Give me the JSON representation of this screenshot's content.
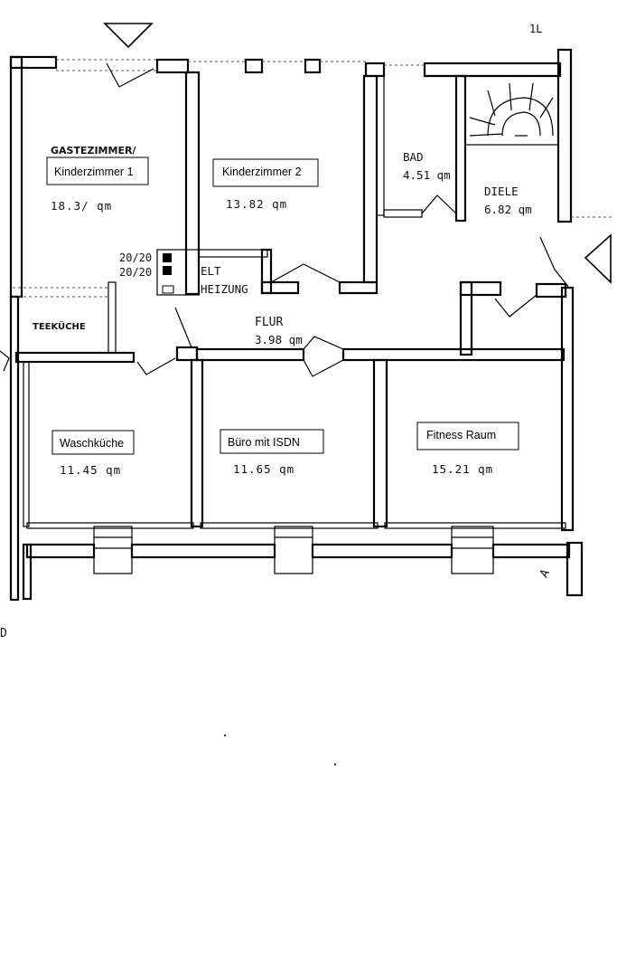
{
  "rooms": {
    "gastezimmer": {
      "prefix": "GASTEZIMMER/",
      "label": "Kinderzimmer 1",
      "area": "18.3/ qm"
    },
    "kinderzimmer2": {
      "label": "Kinderzimmer 2",
      "area": "13.82 qm"
    },
    "bad": {
      "label": "BAD",
      "area": "4.51 qm"
    },
    "diele": {
      "label": "DIELE",
      "area": "6.82 qm"
    },
    "teekueche": {
      "label": "TEEKÜCHE"
    },
    "elt_heizung": {
      "line1": "ELT",
      "line2": "HEIZUNG"
    },
    "schacht": {
      "line1": "20/20",
      "line2": "20/20"
    },
    "flur": {
      "label": "FLUR",
      "area": "3.98 qm"
    },
    "waschkueche": {
      "label": "Waschküche",
      "area": "11.45 qm"
    },
    "buero": {
      "label": "Büro mit ISDN",
      "area": "11.65 qm"
    },
    "fitness": {
      "label": "Fitness Raum",
      "area": "15.21 qm"
    }
  },
  "marks": {
    "top_right": "1L",
    "section": "A",
    "left_bottom": "D"
  }
}
